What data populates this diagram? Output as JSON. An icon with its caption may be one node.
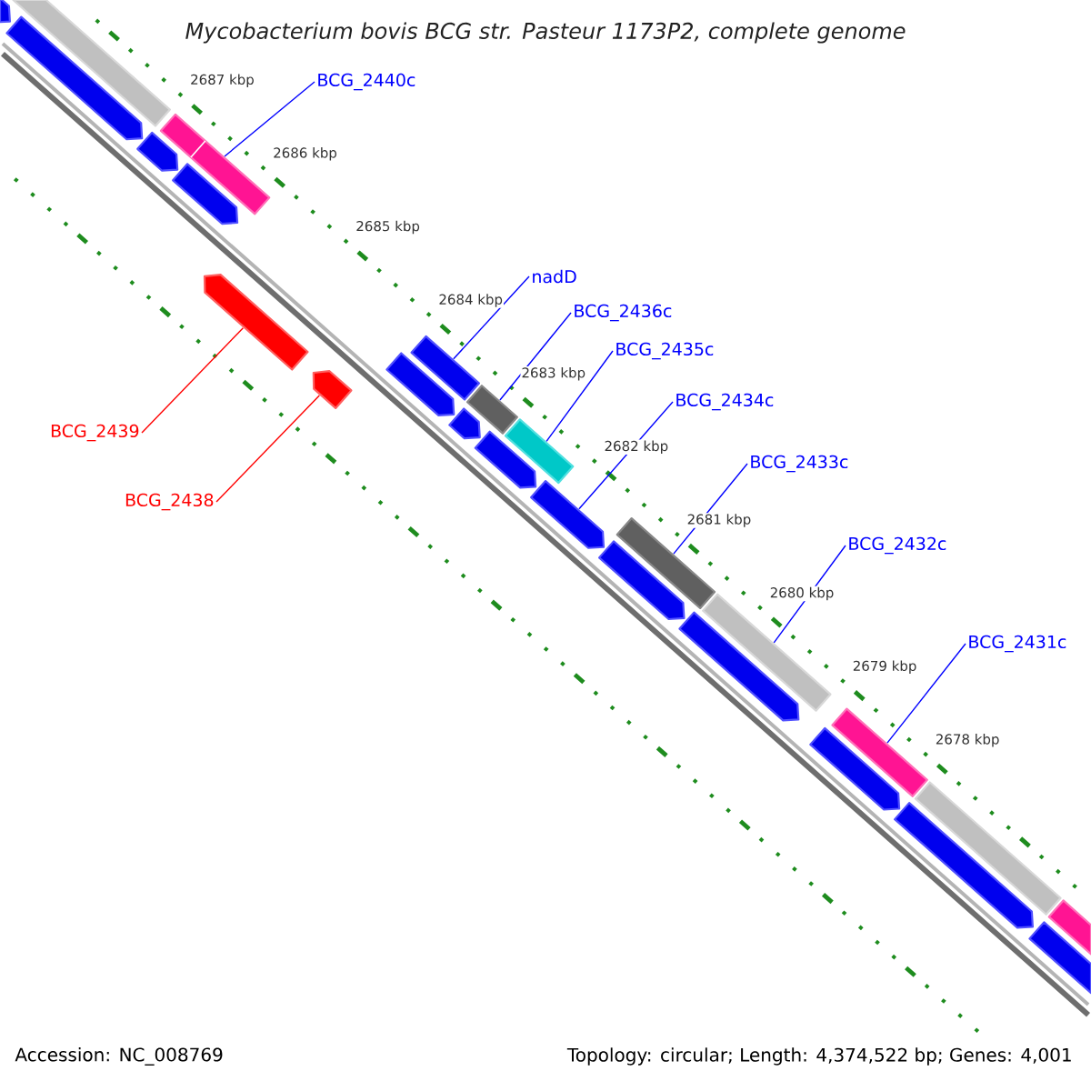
{
  "diagram": {
    "title": "Mycobacterium bovis BCG str. Pasteur 1173P2, complete genome",
    "nodes": [
      {
        "text": [
          "BCG_2440c"
        ]
      },
      {
        "text": [
          "nadD"
        ]
      },
      {
        "text": [
          "BCG_2436c"
        ]
      },
      {
        "text": [
          "BCG_2435c"
        ]
      },
      {
        "text": [
          "BCG_2434c"
        ]
      },
      {
        "text": [
          "BCG_2439"
        ]
      },
      {
        "text": [
          "BCG_2433c"
        ]
      },
      {
        "text": [
          "BCG_2438"
        ]
      },
      {
        "text": [
          "BCG_2432c"
        ]
      },
      {
        "text": [
          "BCG_2431c"
        ]
      },
      {
        "text": [],
        "shape": "bar"
      },
      {
        "text": [],
        "shape": "bar"
      },
      {
        "text": [],
        "shape": "bar"
      },
      {
        "text": [],
        "shape": "bar"
      },
      {
        "text": [],
        "shape": "bar"
      },
      {
        "text": [],
        "shape": "bar"
      },
      {
        "text": [],
        "shape": "bar"
      },
      {
        "text": [],
        "shape": "bar"
      },
      {
        "text": [],
        "shape": "bar"
      },
      {
        "text": [],
        "shape": "bar"
      },
      {
        "text": [],
        "shape": "bar"
      },
      {
        "text": [],
        "shape": "bar"
      },
      {
        "text": [],
        "shape": "bar"
      },
      {
        "text": [],
        "shape": "bar"
      },
      {
        "text": [],
        "shape": "bar"
      },
      {
        "text": [],
        "shape": "bar"
      },
      {
        "text": [],
        "shape": "bar"
      },
      {
        "text": [],
        "shape": "bar"
      },
      {
        "text": [],
        "shape": "bar"
      },
      {
        "text": [],
        "shape": "bar"
      },
      {
        "text": [],
        "shape": "bar"
      },
      {
        "text": [],
        "shape": "bar"
      },
      {
        "text": [],
        "shape": "bar"
      },
      {
        "text": [],
        "shape": "bar"
      },
      {
        "text": [],
        "shape": "bar"
      }
    ],
    "edges": [
      {
        "from": 0,
        "to": 10,
        "arrow": "none"
      },
      {
        "from": 1,
        "to": 13,
        "arrow": "none"
      },
      {
        "from": 2,
        "to": 14,
        "arrow": "none"
      },
      {
        "from": 3,
        "to": 15,
        "arrow": "none"
      },
      {
        "from": 4,
        "to": 16,
        "arrow": "none"
      },
      {
        "from": 5,
        "to": 11,
        "arrow": "none",
        "color": "#ff0000"
      },
      {
        "from": 6,
        "to": 17,
        "arrow": "none"
      },
      {
        "from": 7,
        "to": 12,
        "arrow": "none",
        "color": "#ff0000"
      },
      {
        "from": 8,
        "to": 18,
        "arrow": "none"
      },
      {
        "from": 9,
        "to": 19,
        "arrow": "none"
      }
    ],
    "labels": [
      "2687 kbp",
      "2686 kbp",
      "2685 kbp",
      "2684 kbp",
      "2683 kbp",
      "2682 kbp",
      "2681 kbp",
      "2680 kbp",
      "2679 kbp",
      "2678 kbp",
      "Accession: NC_008769",
      "Topology: circular; Length: 4,374,522 bp; Genes: 4,001"
    ]
  }
}
